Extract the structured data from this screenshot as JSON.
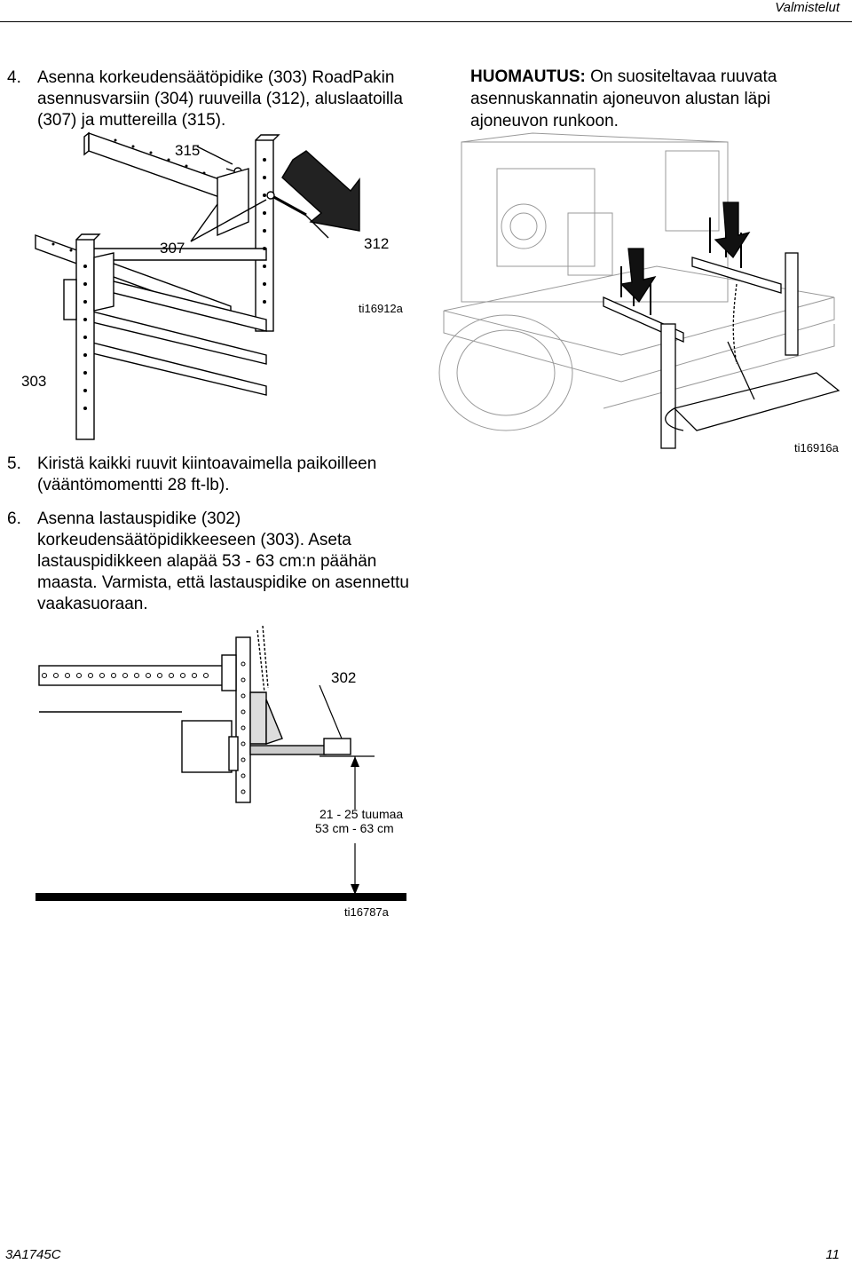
{
  "header": {
    "section_title": "Valmistelut"
  },
  "steps": [
    {
      "number": "4.",
      "text": "Asenna korkeudensäätöpidike (303) RoadPakin asennusvarsiin (304) ruuveilla (312), aluslaatoilla (307) ja muttereilla (315)."
    },
    {
      "number": "5.",
      "text": "Kiristä kaikki ruuvit kiintoavaimella paikoilleen (vääntömomentti 28 ft-lb)."
    },
    {
      "number": "6.",
      "text": "Asenna lastauspidike (302) korkeudensäätöpidikkeeseen (303). Aseta lastauspidikkeen alapää 53 - 63 cm:n päähän maasta. Varmista, että lastauspidike on asennettu vaakasuoraan."
    }
  ],
  "note": {
    "label": "HUOMAUTUS:",
    "text": " On suositeltavaa ruuvata asennuskannatin ajoneuvon alustan läpi ajoneuvon runkoon."
  },
  "figure1": {
    "callouts": {
      "c315": "315",
      "c307": "307",
      "c312": "312",
      "c303": "303"
    },
    "id": "ti16912a"
  },
  "figure2": {
    "id": "ti16916a"
  },
  "figure3": {
    "callout_302": "302",
    "dim_inches": "21 - 25 tuumaa",
    "dim_cm": "53 cm - 63 cm",
    "id": "ti16787a"
  },
  "footer": {
    "doc_number": "3A1745C",
    "page_number": "11"
  }
}
